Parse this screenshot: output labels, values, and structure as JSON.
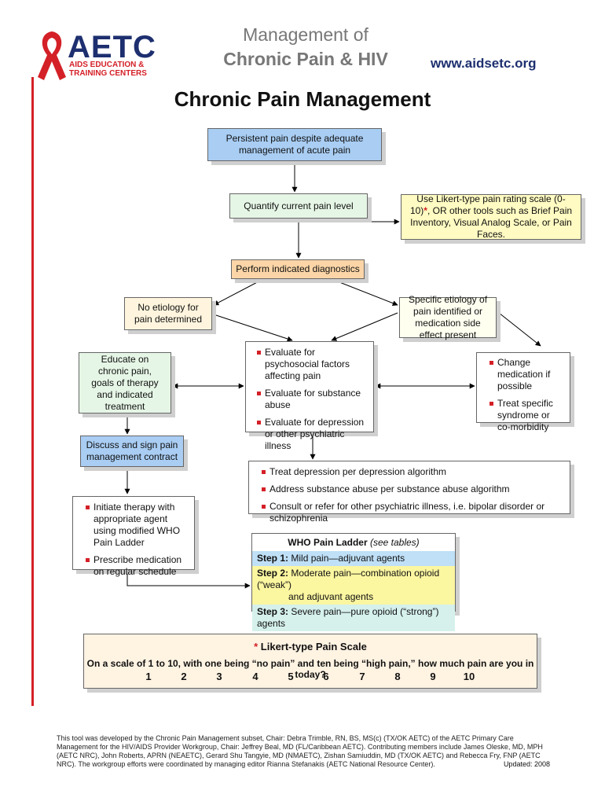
{
  "header": {
    "logo_word": "AETC",
    "logo_sub1": "AIDS EDUCATION &",
    "logo_sub2": "TRAINING CENTERS",
    "title_line1": "Management of",
    "title_line2": "Chronic Pain & HIV",
    "url": "www.aidsetc.org"
  },
  "title": "Chronic Pain Management",
  "boxes": {
    "persistent": "Persistent pain despite adequate management of acute pain",
    "quantify": "Quantify current pain level",
    "likert_note_a": "Use Likert-type pain rating scale (0-10)",
    "likert_note_star": "*",
    "likert_note_b": ", OR other tools such as Brief Pain Inventory, Visual Analog Scale, or Pain Faces.",
    "diagnostics": "Perform indicated diagnostics",
    "no_etiology": "No etiology for pain determined",
    "specific_etiology": "Specific etiology of pain identified or medication side effect present",
    "educate": "Educate on chronic pain, goals of therapy and indicated treatment",
    "evaluate": [
      "Evaluate for psychosocial factors affecting pain",
      "Evaluate for substance abuse",
      "Evaluate for depression or other psychiatric illness"
    ],
    "change": [
      "Change medication if possible",
      "Treat specific syndrome or co-morbidity"
    ],
    "contract": "Discuss and sign pain management contract",
    "treat": [
      "Treat depression per depression algorithm",
      "Address substance abuse per substance abuse algorithm",
      "Consult or refer for other psychiatric illness, i.e. bipolar disorder or schizophrenia"
    ],
    "initiate": [
      "Initiate therapy with appropriate agent using modified WHO Pain Ladder",
      "Prescribe medication on regular schedule"
    ]
  },
  "who_ladder": {
    "title": "WHO Pain Ladder",
    "title_note": "(see tables)",
    "steps": [
      {
        "label": "Step 1:",
        "text": "Mild pain—adjuvant agents"
      },
      {
        "label": "Step 2:",
        "text": "Moderate pain—combination opioid (“weak”)",
        "text2": "and adjuvant agents"
      },
      {
        "label": "Step 3:",
        "text": "Severe pain—pure opioid (“strong”) agents"
      }
    ]
  },
  "likert": {
    "star": "*",
    "title": "Likert-type Pain Scale",
    "question": "On a scale of 1 to 10, with one being “no pain” and ten being “high pain,” how much pain are you in today?",
    "numbers": [
      "1",
      "2",
      "3",
      "4",
      "5",
      "6",
      "7",
      "8",
      "9",
      "10"
    ]
  },
  "footer": {
    "text": "This tool was developed by the Chronic Pain Management subset, Chair: Debra Trimble, RN, BS, MS(c) (TX/OK AETC) of the AETC Primary Care Management for the HIV/AIDS Provider Workgroup, Chair: Jeffrey Beal, MD (FL/Caribbean AETC). Contributing members include James Oleske, MD, MPH (AETC NRC), John Roberts, APRN (NEAETC), Gerard Shu Tangyie, MD (NMAETC), Zishan Samiuddin, MD (TX/OK AETC) and Rebecca Fry, FNP (AETC NRC). The workgroup efforts were coordinated by managing editor Rianna Stefanakis (AETC National Resource Center).",
    "updated": "Updated: 2008"
  },
  "colors": {
    "brand_red": "#d42027",
    "brand_navy": "#1d2f6f"
  }
}
